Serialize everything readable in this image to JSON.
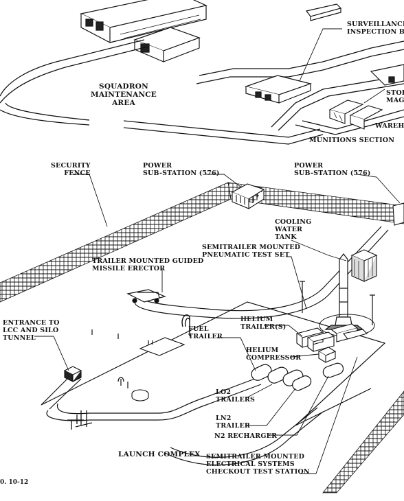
{
  "labels": {
    "surveillance": [
      "SURVEILLANCE A",
      "INSPECTION BUI"
    ],
    "squadron": [
      "SQUADRON",
      "MAINTENANCE",
      "AREA"
    ],
    "storage": [
      "STOR",
      "MAGA"
    ],
    "warehouse": "WAREHO",
    "munitions": "MUNITIONS SECTION",
    "security_fence": [
      "SECURITY",
      "FENCE"
    ],
    "power_sub_left": [
      "POWER",
      "SUB-STATION (576)"
    ],
    "power_sub_right": [
      "POWER",
      "SUB-STATION (576)"
    ],
    "cooling_tank": [
      "COOLING",
      "WATER",
      "TANK"
    ],
    "pneumatic": [
      "SEMITRAILER MOUNTED",
      "PNEUMATIC TEST SET"
    ],
    "erector": [
      "TRAILER MOUNTED GUIDED",
      "MISSILE ERECTOR"
    ],
    "entrance": [
      "ENTRANCE TO",
      "LCC AND SILO",
      "TUNNEL"
    ],
    "helium_trailers": [
      "HELIUM",
      "TRAILER(S)"
    ],
    "fuel_trailer": [
      "FUEL",
      "TRAILER"
    ],
    "helium_compressor": [
      "HELIUM",
      "COMPRESSOR"
    ],
    "lo2": [
      "LO2",
      "TRAILERS"
    ],
    "ln2": [
      "LN2",
      "TRAILER"
    ],
    "n2": "N2 RECHARGER",
    "launch_complex": "LAUNCH COMPLEX",
    "electrical": [
      "SEMITRAILER MOUNTED",
      "ELECTRICAL SYSTEMS",
      "CHECKOUT TEST  STATION"
    ],
    "figure_number": "0. 10-12"
  }
}
